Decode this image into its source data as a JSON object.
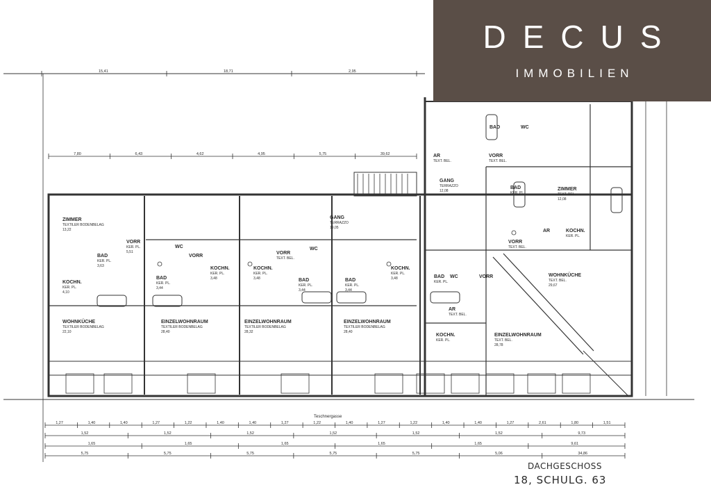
{
  "logo": {
    "word": "DECUS",
    "subtitle": "IMMOBILIEN"
  },
  "title_block": {
    "floor": "DACHGESCHOSS",
    "address": "18, SCHULG. 63"
  },
  "street": "Teschnergasse",
  "rooms": [
    {
      "id": "zimmer-1",
      "label": "ZIMMER",
      "sub": "TEXTILER BODENBELAG",
      "area": "13,22"
    },
    {
      "id": "kochn-1",
      "label": "KOCHN.",
      "sub": "KER. PL.",
      "area": "4,10"
    },
    {
      "id": "bad-1",
      "label": "BAD",
      "sub": "KER. PL.",
      "area": "3,63"
    },
    {
      "id": "vorr-1",
      "label": "VORR",
      "sub": "KER. PL.",
      "area": "5,51"
    },
    {
      "id": "wc-1",
      "label": "WC",
      "sub": "",
      "area": ""
    },
    {
      "id": "wohnkueche-1",
      "label": "WOHNKÜCHE",
      "sub": "TEXTILER BODENBELAG",
      "area": "22,10"
    },
    {
      "id": "bad-2",
      "label": "BAD",
      "sub": "KER. PL.",
      "area": "3,44"
    },
    {
      "id": "vorr-2",
      "label": "VORR",
      "sub": "",
      "area": ""
    },
    {
      "id": "kochn-2",
      "label": "KOCHN.",
      "sub": "KER. PL.",
      "area": "3,48"
    },
    {
      "id": "einzel-1",
      "label": "EINZELWOHNRAUM",
      "sub": "TEXTILER BODENBELAG",
      "area": "28,40"
    },
    {
      "id": "gang-1",
      "label": "GANG",
      "sub": "TERRAZZO",
      "area": "19,05"
    },
    {
      "id": "kochn-3",
      "label": "KOCHN.",
      "sub": "KER. PL.",
      "area": "3,48"
    },
    {
      "id": "bad-3",
      "label": "BAD",
      "sub": "KER. PL.",
      "area": "3,44"
    },
    {
      "id": "vorr-3",
      "label": "VORR",
      "sub": "TEXT. BEL.",
      "area": ""
    },
    {
      "id": "wc-2",
      "label": "WC",
      "sub": "",
      "area": ""
    },
    {
      "id": "einzel-2",
      "label": "EINZELWOHNRAUM",
      "sub": "TEXTILER BODENBELAG",
      "area": "28,32"
    },
    {
      "id": "bad-4",
      "label": "BAD",
      "sub": "KER. PL.",
      "area": "3,44"
    },
    {
      "id": "kochn-4",
      "label": "KOCHN.",
      "sub": "KER. PL.",
      "area": "3,48"
    },
    {
      "id": "einzel-3",
      "label": "EINZELWOHNRAUM",
      "sub": "TEXTILER BODENBELAG",
      "area": "28,40"
    },
    {
      "id": "bad-5",
      "label": "BAD",
      "sub": "KER. PL.",
      "area": ""
    },
    {
      "id": "wc-3",
      "label": "WC",
      "sub": "",
      "area": ""
    },
    {
      "id": "vorr-4",
      "label": "VORR",
      "sub": "",
      "area": ""
    },
    {
      "id": "ar-1",
      "label": "AR",
      "sub": "TEXT. BEL.",
      "area": ""
    },
    {
      "id": "kochn-5",
      "label": "KOCHN.",
      "sub": "KER. PL.",
      "area": ""
    },
    {
      "id": "einzel-4",
      "label": "EINZELWOHNRAUM",
      "sub": "TEXT. BEL.",
      "area": "28,78"
    },
    {
      "id": "wohnkueche-2",
      "label": "WOHNKÜCHE",
      "sub": "TEXT. BEL.",
      "area": "29,67"
    },
    {
      "id": "kochn-6",
      "label": "KOCHN.",
      "sub": "KER. PL.",
      "area": ""
    },
    {
      "id": "ar-2",
      "label": "AR",
      "sub": "",
      "area": ""
    },
    {
      "id": "vorr-5",
      "label": "VORR",
      "sub": "TEXT. BEL.",
      "area": ""
    },
    {
      "id": "zimmer-2",
      "label": "ZIMMER",
      "sub": "TEXT. BEL.",
      "area": "12,08"
    },
    {
      "id": "bad-6",
      "label": "BAD",
      "sub": "KER. PL.",
      "area": ""
    },
    {
      "id": "gang-2",
      "label": "GANG",
      "sub": "TERRAZZO",
      "area": "12,08"
    },
    {
      "id": "ar-3",
      "label": "AR",
      "sub": "TEXT. BEL.",
      "area": ""
    },
    {
      "id": "bad-7",
      "label": "BAD",
      "sub": "",
      "area": ""
    },
    {
      "id": "wc-4",
      "label": "WC",
      "sub": "",
      "area": ""
    },
    {
      "id": "vorr-6",
      "label": "VORR",
      "sub": "TEXT. BEL.",
      "area": ""
    }
  ],
  "dimensions": {
    "top": [
      "15,41",
      "18,71",
      "2,95"
    ],
    "upper": [
      "7,80",
      "6,43",
      "4,62",
      "4,95",
      "5,75",
      "39,62"
    ],
    "mid_chain": [
      "1,27",
      "1,40",
      "1,40",
      "1,27",
      "1,22",
      "1,40",
      "1,40",
      "1,27",
      "1,22",
      "1,40",
      "1,27",
      "1,22",
      "1,40",
      "1,40",
      "1,27",
      "2,61",
      "1,80",
      "1,51"
    ],
    "bottom_chain": [
      "1,52",
      "1,52",
      "1,52",
      "1,52",
      "1,52",
      "1,52",
      "9,73"
    ],
    "base_chain": [
      "1,65",
      "1,65",
      "1,65",
      "1,65",
      "1,65",
      "9,61"
    ],
    "total": [
      "5,75",
      "5,75",
      "5,75",
      "5,75",
      "5,75",
      "5,06",
      "34,86"
    ]
  }
}
